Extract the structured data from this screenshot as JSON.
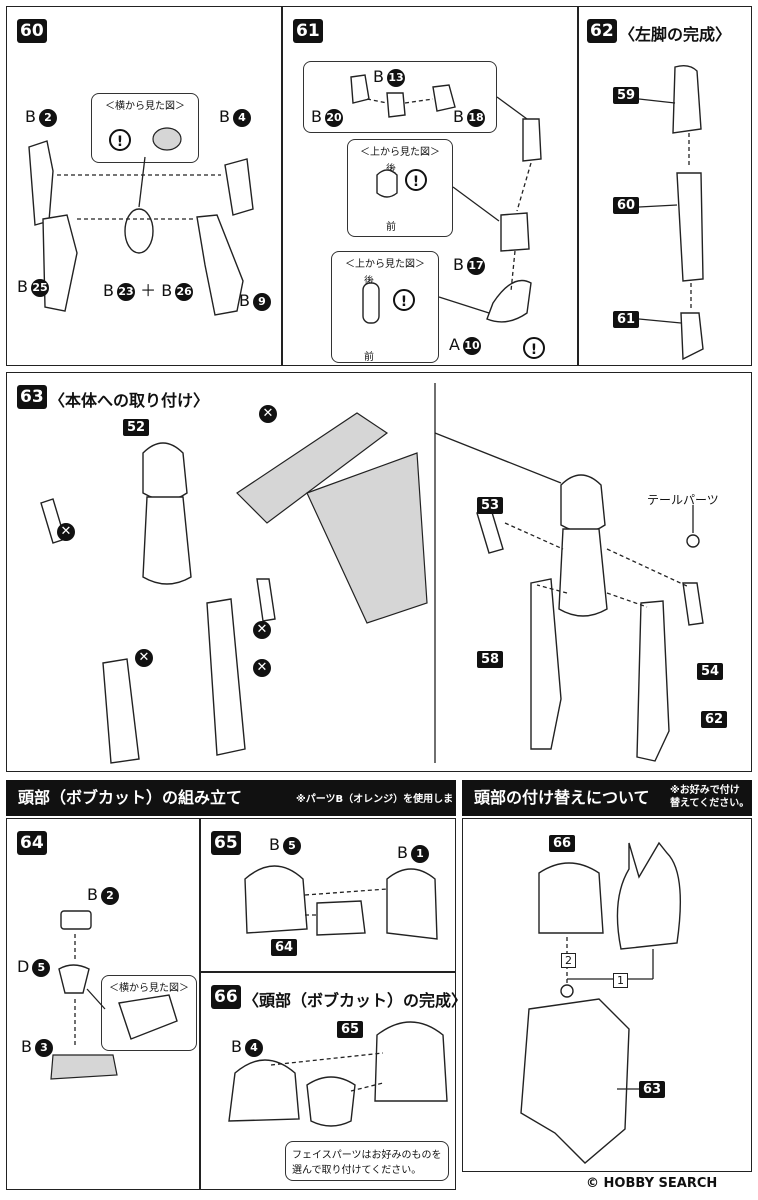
{
  "step60": {
    "number": "60",
    "callout_title": "＜横から見た図＞",
    "labels": {
      "b2": {
        "prefix": "B",
        "num": "2"
      },
      "b4": {
        "prefix": "B",
        "num": "4"
      },
      "b25": {
        "prefix": "B",
        "num": "25"
      },
      "b23": {
        "prefix": "B",
        "num": "23"
      },
      "plus": "＋",
      "b26": {
        "prefix": "B",
        "num": "26"
      },
      "b9": {
        "prefix": "B",
        "num": "9"
      }
    }
  },
  "step61": {
    "number": "61",
    "callout_top1": "＜上から見た図＞",
    "callout_top2": "＜上から見た図＞",
    "back": "後",
    "front": "前",
    "back2": "後",
    "front2": "前",
    "labels": {
      "b13": {
        "prefix": "B",
        "num": "13"
      },
      "b20": {
        "prefix": "B",
        "num": "20"
      },
      "b18": {
        "prefix": "B",
        "num": "18"
      },
      "b17": {
        "prefix": "B",
        "num": "17"
      },
      "a10": {
        "prefix": "A",
        "num": "10"
      }
    }
  },
  "step62": {
    "number": "62",
    "title": "〈左脚の完成〉",
    "parts": [
      "59",
      "60",
      "61"
    ]
  },
  "step63": {
    "number": "63",
    "title": "〈本体への取り付け〉",
    "parts": [
      "52",
      "53",
      "58",
      "54",
      "62"
    ],
    "tail_label": "テールパーツ"
  },
  "section_head": {
    "title": "頭部（ボブカット）の組み立て",
    "note": "※パーツB（オレンジ）を使用します。"
  },
  "section_swap": {
    "title": "頭部の付け替えについて",
    "note_line1": "※お好みで付け",
    "note_line2": "替えてください。",
    "parts": {
      "p66": "66",
      "p63": "63"
    },
    "steps": {
      "s1": "1",
      "s2": "2"
    }
  },
  "step64": {
    "number": "64",
    "callout_title": "＜横から見た図＞",
    "labels": {
      "b2": {
        "prefix": "B",
        "num": "2"
      },
      "d5": {
        "prefix": "D",
        "num": "5"
      },
      "b3": {
        "prefix": "B",
        "num": "3"
      }
    }
  },
  "step65": {
    "number": "65",
    "labels": {
      "b5": {
        "prefix": "B",
        "num": "5"
      },
      "b1": {
        "prefix": "B",
        "num": "1"
      }
    },
    "part": "64"
  },
  "step66": {
    "number": "66",
    "title": "〈頭部（ボブカット）の完成〉",
    "labels": {
      "b4": {
        "prefix": "B",
        "num": "4"
      }
    },
    "part": "65",
    "face_note_line1": "フェイスパーツはお好みのものを",
    "face_note_line2": "選んで取り付けてください。"
  },
  "footer": {
    "brand": "HOBBY SEARCH",
    "copyright": "©"
  }
}
